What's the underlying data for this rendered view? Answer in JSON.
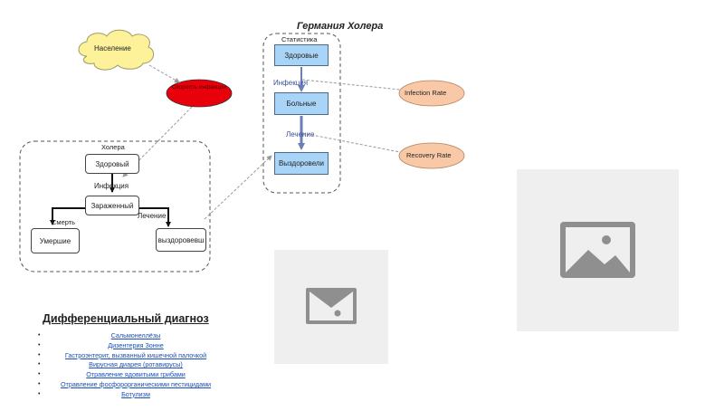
{
  "diagram": {
    "title": "Германия Холера",
    "population": "Население",
    "infection_speed": "Скорость инфекции",
    "cholera_group": "Холера",
    "cholera_nodes": {
      "healthy": "Здоровый",
      "infected": "Зараженный",
      "dead": "Умершие",
      "recovered": "выздоровевш"
    },
    "cholera_edges": {
      "infection": "Инфекция",
      "death": "Смерть",
      "treatment": "Лечение"
    },
    "stats_group": "Статистика",
    "stats_nodes": {
      "healthy": "Здоровые",
      "sick": "Больные",
      "recovered": "Выздоровели"
    },
    "stats_edges": {
      "infection": "Инфекция",
      "treatment": "Лечение"
    },
    "infection_rate": "Infection Rate",
    "recovery_rate": "Recovery Rate"
  },
  "differential": {
    "title": "Дифференциальный диагноз",
    "items": [
      "Сальмонеллёзы",
      "Дизентерия Зонне",
      "Гастроэнтерит, вызванный кишечной палочкой",
      "Вирусная диарея (ротавирусы)",
      "Отравление ядовитыми грибами",
      "Отравление фосфорорганическими пестицидами",
      "Ботулизм"
    ]
  },
  "images": {
    "small_icon": "image-placeholder-icon",
    "large_icon": "image-placeholder-icon"
  },
  "colors": {
    "cloud": "#fdf29a",
    "speed_ellipse": "#e8000a",
    "rate_ellipse": "#f9c9a7",
    "stats_box": "#a8d4f7",
    "arrow_blue": "#6a7fb5",
    "link": "#1a4fb8"
  }
}
